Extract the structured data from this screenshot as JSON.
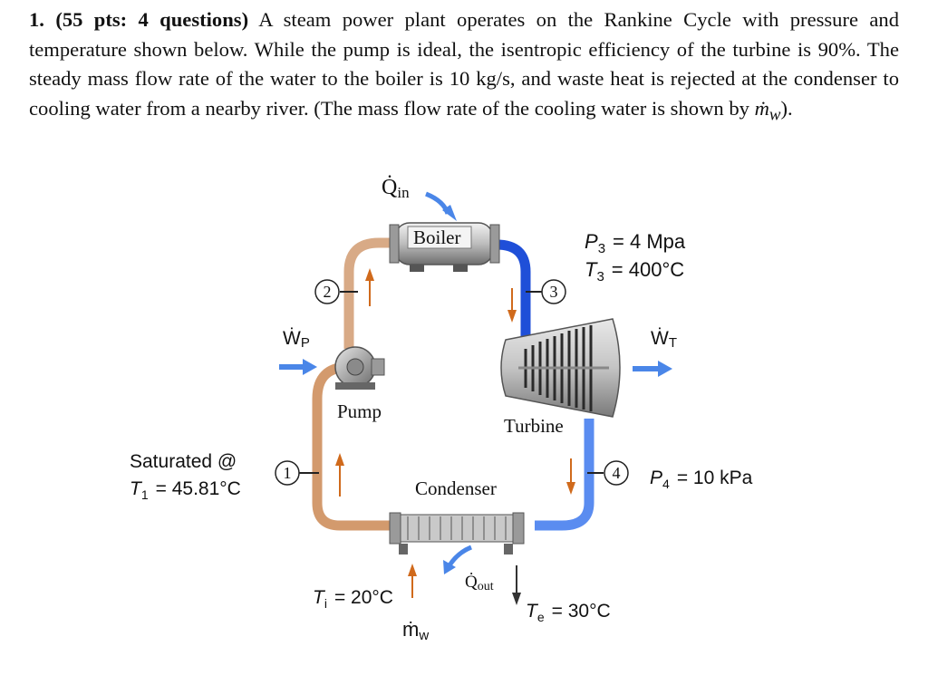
{
  "problem": {
    "number": "1.",
    "points": "(55 pts: 4 questions)",
    "text_before_mw": " A steam power plant operates on the Rankine Cycle with pressure and temperature shown below. While the pump is ideal, the isentropic efficiency of the turbine is 90%. The steady mass flow rate of the water to the boiler is 10 kg/s, and waste heat is rejected at the condenser to cooling water from a nearby river. (The mass flow rate of the cooling water is shown by ",
    "mw_symbol": "ṁ",
    "mw_subscript": "w",
    "text_after_mw": ")."
  },
  "diagram": {
    "q_in": {
      "main": "Q̇",
      "sub": "in"
    },
    "boiler_label": "Boiler",
    "p3": {
      "sym": "P",
      "sub": "3",
      "eq": "= 4 Mpa"
    },
    "t3": {
      "sym": "T",
      "sub": "3",
      "eq": "= 400°C"
    },
    "state_labels": [
      "1",
      "2",
      "3",
      "4"
    ],
    "wp": {
      "main": "Ẇ",
      "sub": "P"
    },
    "wt": {
      "main": "Ẇ",
      "sub": "T"
    },
    "pump_label": "Pump",
    "turbine_label": "Turbine",
    "saturated_line1": "Saturated @",
    "t1": {
      "sym": "T",
      "sub": "1",
      "eq": "= 45.81°C"
    },
    "condenser_label": "Condenser",
    "p4": {
      "sym": "P",
      "sub": "4",
      "eq": "= 10 kPa"
    },
    "ti": {
      "sym": "T",
      "sub": "i",
      "eq": "= 20°C"
    },
    "q_out": {
      "main": "Q̇",
      "sub": "out"
    },
    "te": {
      "sym": "T",
      "sub": "e",
      "eq": "= 30°C"
    },
    "mw": {
      "main": "ṁ",
      "sub": "w"
    },
    "colors": {
      "hot_pipe": "#2b5ce6",
      "cool_pipe": "#d6a074",
      "arrow_blue": "#3b73e8",
      "arrow_orange": "#e07a1f"
    }
  }
}
